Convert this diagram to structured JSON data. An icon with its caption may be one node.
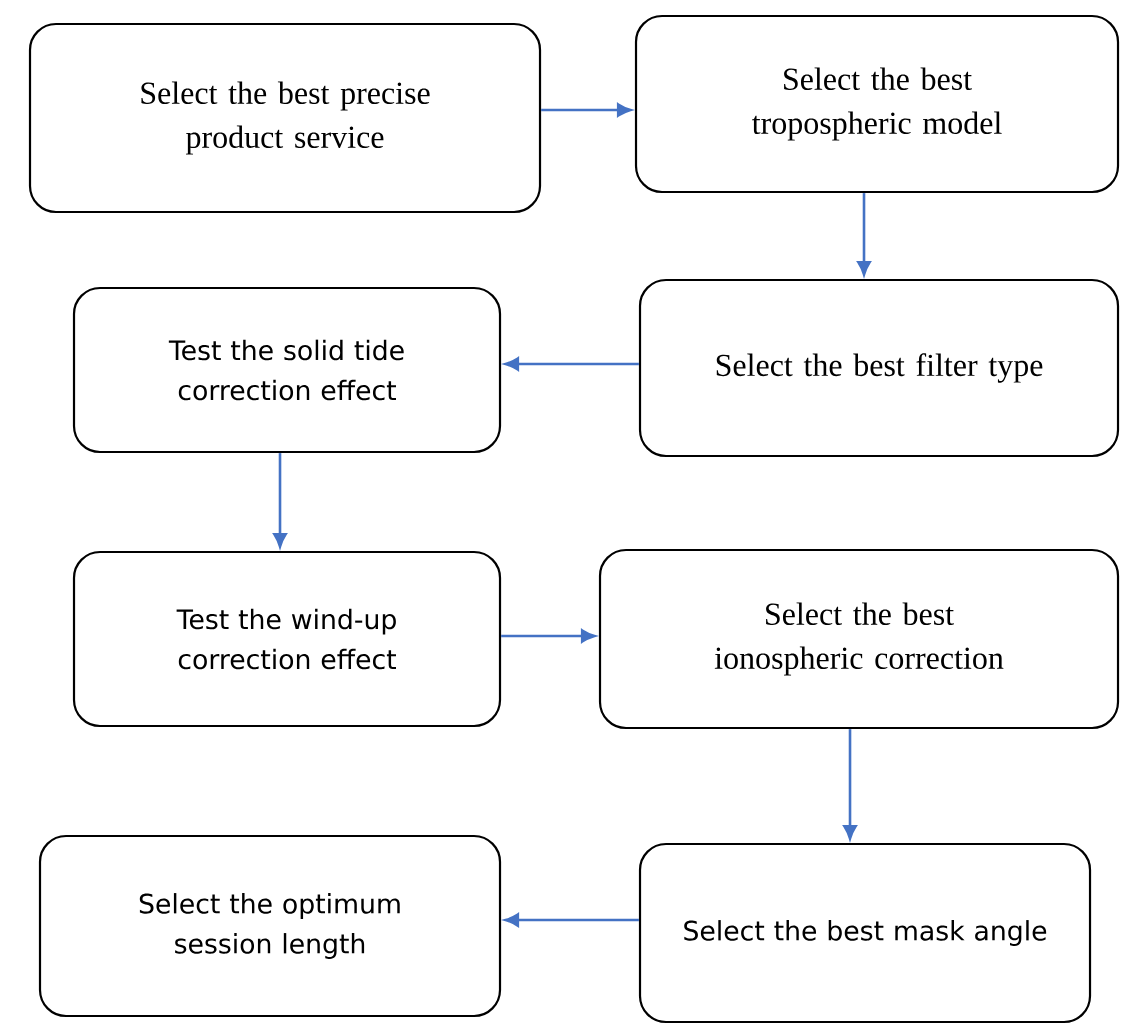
{
  "diagram": {
    "nodes": [
      {
        "text": [
          "Select the best precise product service"
        ]
      },
      {
        "text": [
          "Select the best tropospheric model"
        ]
      },
      {
        "text": [
          "Select the best filter type"
        ]
      },
      {
        "text": [
          "Test the solid tide correction effect"
        ]
      },
      {
        "text": [
          "Test the wind-up correction effect"
        ]
      },
      {
        "text": [
          "Select the best ionospheric correction"
        ]
      },
      {
        "text": [
          "Select the best mask angle"
        ]
      },
      {
        "text": [
          "Select the optimum session length"
        ]
      }
    ],
    "edges": [
      {
        "from": 0,
        "to": 1,
        "arrow": "to"
      },
      {
        "from": 1,
        "to": 2,
        "arrow": "to"
      },
      {
        "from": 2,
        "to": 3,
        "arrow": "to"
      },
      {
        "from": 3,
        "to": 4,
        "arrow": "to"
      },
      {
        "from": 4,
        "to": 5,
        "arrow": "to"
      },
      {
        "from": 5,
        "to": 6,
        "arrow": "to"
      },
      {
        "from": 6,
        "to": 7,
        "arrow": "to"
      }
    ]
  }
}
